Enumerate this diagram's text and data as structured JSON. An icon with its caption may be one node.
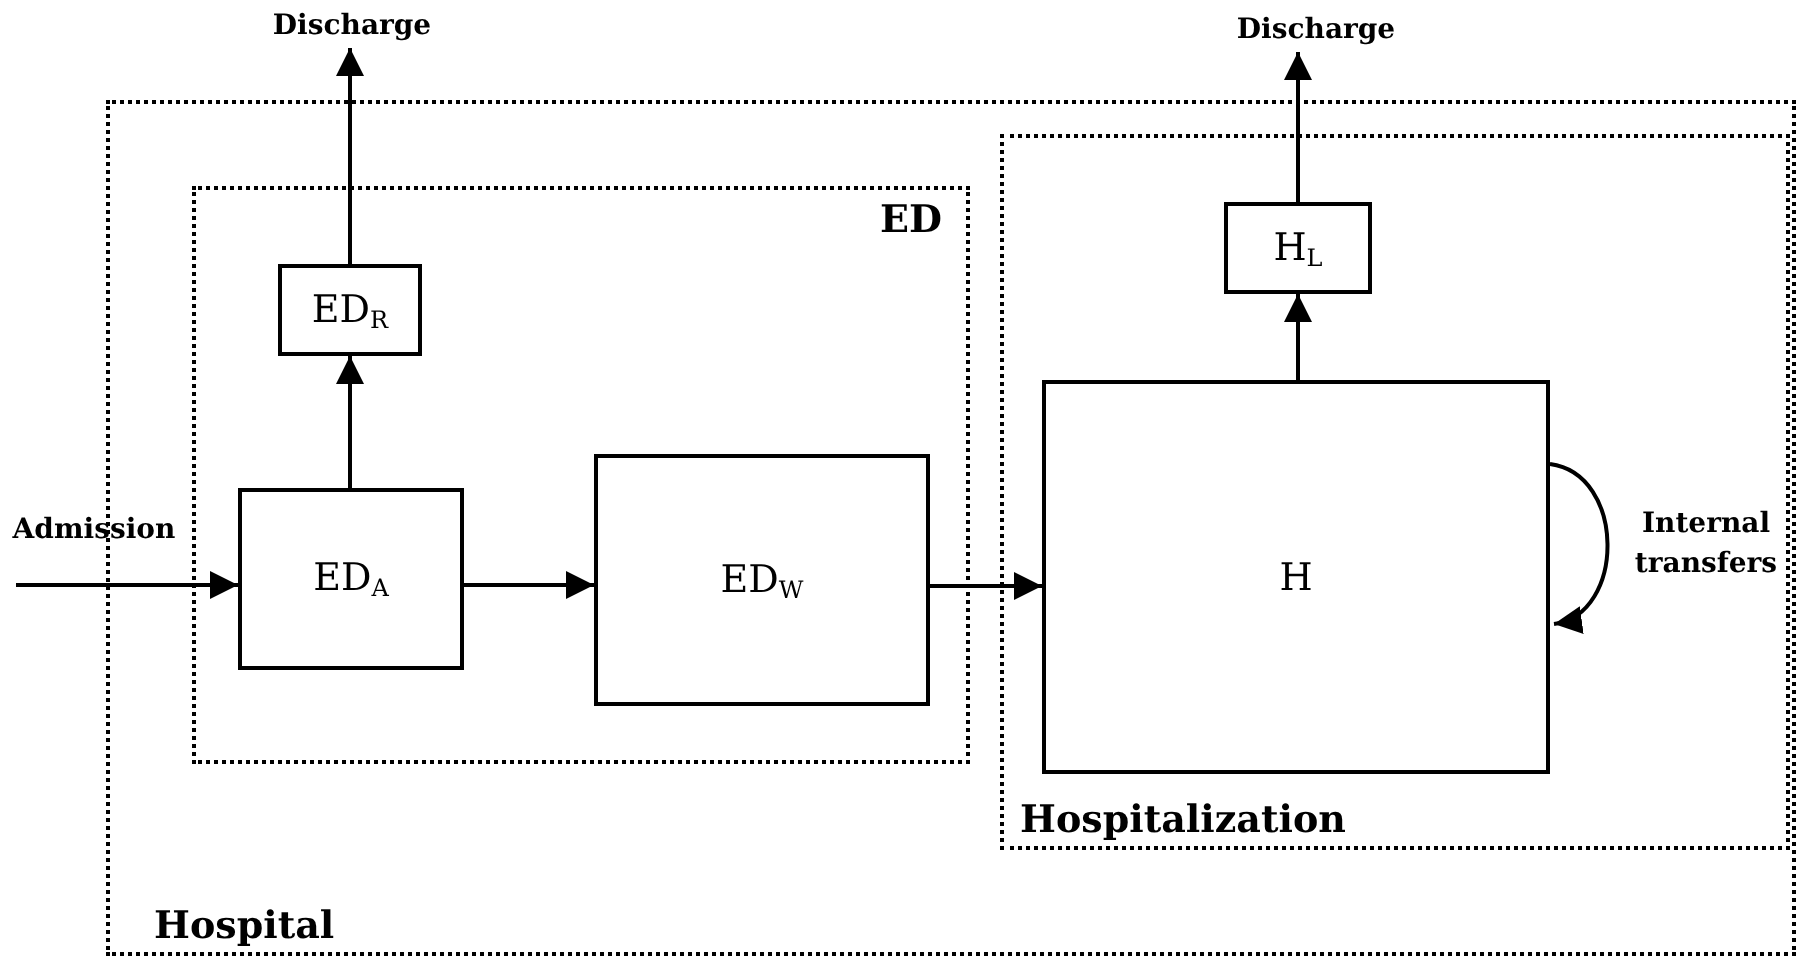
{
  "diagram": {
    "nodes": [
      {
        "text": [
          "Hospital"
        ]
      },
      {
        "text": [
          "ED"
        ],
        "in": 0
      },
      {
        "text": [
          "ED$_{R}$"
        ],
        "in": 1
      },
      {
        "text": [
          "ED$_{A}$"
        ],
        "in": 1
      },
      {
        "text": [
          "ED$_{W}$"
        ],
        "in": 1
      },
      {
        "text": [
          "Hospitalization"
        ],
        "in": 0
      },
      {
        "text": [
          "H$_{L}$"
        ],
        "in": 5
      },
      {
        "text": [
          "H"
        ],
        "in": 5
      },
      {
        "text": [
          "Discharge"
        ]
      },
      {
        "text": [
          "Discharge"
        ]
      }
    ],
    "edges": [
      {
        "from": null,
        "to": 3,
        "arrow": "to",
        "label": "Admission"
      },
      {
        "from": 3,
        "to": 2,
        "arrow": "to"
      },
      {
        "from": 2,
        "to": 8,
        "arrow": "to"
      },
      {
        "from": 3,
        "to": 4,
        "arrow": "to"
      },
      {
        "from": 4,
        "to": 7,
        "arrow": "to"
      },
      {
        "from": 7,
        "to": 6,
        "arrow": "to"
      },
      {
        "from": 6,
        "to": 9,
        "arrow": "to"
      },
      {
        "from": 7,
        "to": 7,
        "arrow": "to",
        "label": "Internal transfers"
      }
    ]
  }
}
